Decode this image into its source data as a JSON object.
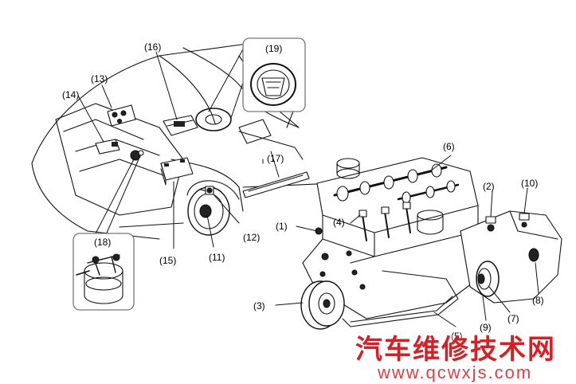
{
  "callouts": [
    {
      "id": "1",
      "text": "(1)"
    },
    {
      "id": "2",
      "text": "(2)"
    },
    {
      "id": "3",
      "text": "(3)"
    },
    {
      "id": "4",
      "text": "(4)"
    },
    {
      "id": "5",
      "text": "(5)"
    },
    {
      "id": "6",
      "text": "(6)"
    },
    {
      "id": "7",
      "text": "(7)"
    },
    {
      "id": "8",
      "text": "(8)"
    },
    {
      "id": "9",
      "text": "(9)"
    },
    {
      "id": "10",
      "text": "(10)"
    },
    {
      "id": "11",
      "text": "(11)"
    },
    {
      "id": "12",
      "text": "(12)"
    },
    {
      "id": "13",
      "text": "(13)"
    },
    {
      "id": "14",
      "text": "(14)"
    },
    {
      "id": "15",
      "text": "(15)"
    },
    {
      "id": "16",
      "text": "(16)"
    },
    {
      "id": "17",
      "text": "(17)"
    },
    {
      "id": "18",
      "text": "(18)"
    },
    {
      "id": "19",
      "text": "(19)"
    }
  ],
  "watermark": {
    "chinese": "汽车维修技术网",
    "url": "www.qcwxjs.com",
    "color": "#d71f26"
  }
}
